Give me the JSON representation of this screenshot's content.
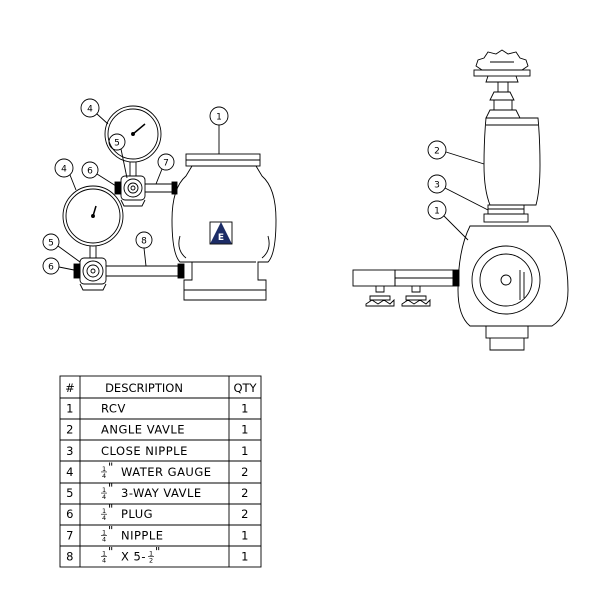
{
  "callouts": [
    "1",
    "2",
    "3",
    "4",
    "5",
    "6",
    "7",
    "8"
  ],
  "valve_badge": "E",
  "parts_table": {
    "headers": {
      "num": "#",
      "description": "DESCRIPTION",
      "qty": "QTY"
    },
    "rows": [
      {
        "num": "1",
        "prefix": "",
        "description": "RCV",
        "suffix": "",
        "qty": "1"
      },
      {
        "num": "2",
        "prefix": "",
        "description": "ANGLE VAVLE",
        "suffix": "",
        "qty": "1"
      },
      {
        "num": "3",
        "prefix": "",
        "description": "CLOSE NIPPLE",
        "suffix": "",
        "qty": "1"
      },
      {
        "num": "4",
        "prefix": "1/4\"",
        "description": "WATER GAUGE",
        "suffix": "",
        "qty": "2"
      },
      {
        "num": "5",
        "prefix": "1/4\"",
        "description": "3-WAY VAVLE",
        "suffix": "",
        "qty": "2"
      },
      {
        "num": "6",
        "prefix": "1/4\"",
        "description": "PLUG",
        "suffix": "",
        "qty": "2"
      },
      {
        "num": "7",
        "prefix": "1/4\"",
        "description": "NIPPLE",
        "suffix": "",
        "qty": "1"
      },
      {
        "num": "8",
        "prefix": "1/4\"",
        "description": "X 5-",
        "suffix": "1/2\"",
        "qty": "1"
      }
    ]
  }
}
